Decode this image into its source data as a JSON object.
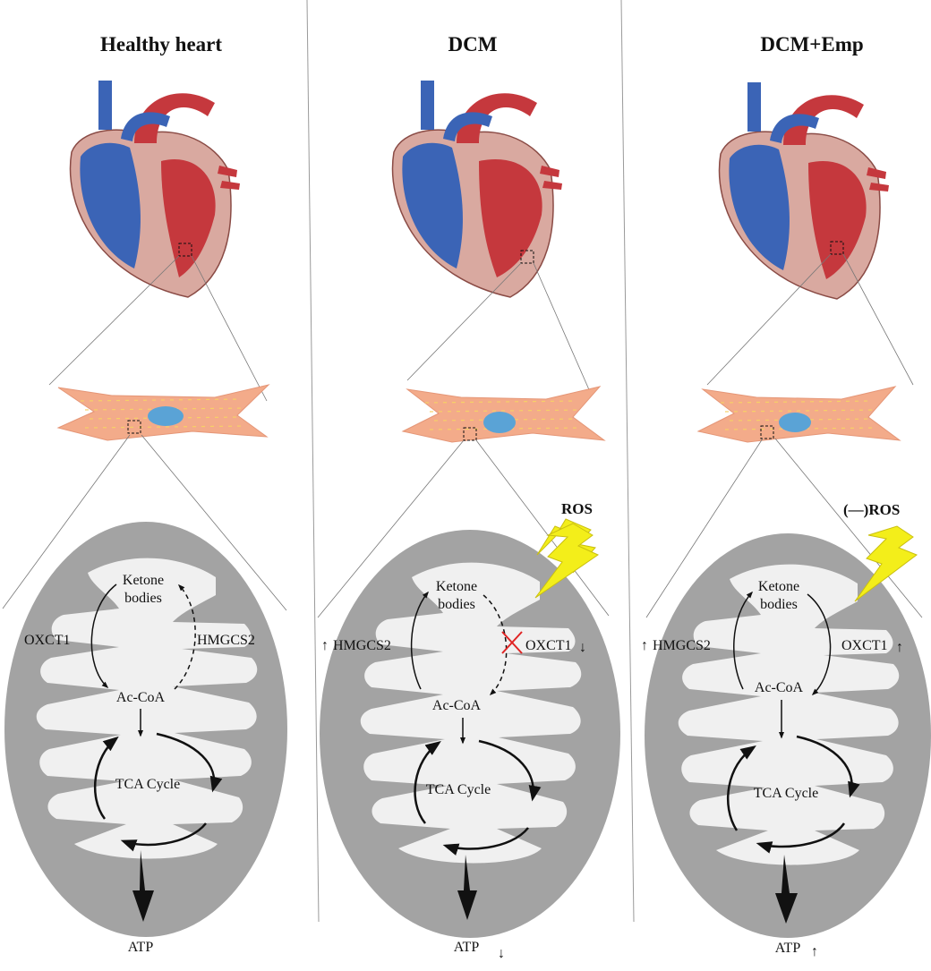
{
  "panels": [
    {
      "title": "Healthy heart",
      "ketone_line1": "Ketone",
      "ketone_line2": "bodies",
      "left_enzyme": "OXCT1",
      "right_enzyme": "HMGCS2",
      "acetyl_coa": "Ac-CoA",
      "tca": "TCA Cycle",
      "atp": "ATP",
      "atp_change": "none",
      "left_enzyme_change": "none",
      "right_enzyme_change": "none",
      "ros_label": "",
      "oxct1_blocked": false
    },
    {
      "title": "DCM",
      "ketone_line1": "Ketone",
      "ketone_line2": "bodies",
      "left_enzyme": "HMGCS2",
      "right_enzyme": "OXCT1",
      "acetyl_coa": "Ac-CoA",
      "tca": "TCA Cycle",
      "atp": "ATP",
      "atp_change": "down",
      "left_enzyme_change": "up",
      "right_enzyme_change": "down",
      "ros_label": "ROS",
      "oxct1_blocked": true
    },
    {
      "title": "DCM+Emp",
      "ketone_line1": "Ketone",
      "ketone_line2": "bodies",
      "left_enzyme": "HMGCS2",
      "right_enzyme": "OXCT1",
      "acetyl_coa": "Ac-CoA",
      "tca": "TCA Cycle",
      "atp": "ATP",
      "atp_change": "up",
      "left_enzyme_change": "up",
      "right_enzyme_change": "up",
      "ros_label": "(—)ROS",
      "oxct1_blocked": false
    }
  ],
  "colors": {
    "mito_outer": "#a3a3a3",
    "mito_inner": "#f0f0f0",
    "cell_body": "#f3ab8a",
    "cell_stripe": "#f6d067",
    "nucleus": "#5aa3d6",
    "heart_red": "#c5383d",
    "heart_blue": "#3b64b6",
    "heart_tissue": "#d9a9a0",
    "ros_bolt": "#f3ee1a",
    "blocked_x": "#e02424"
  }
}
